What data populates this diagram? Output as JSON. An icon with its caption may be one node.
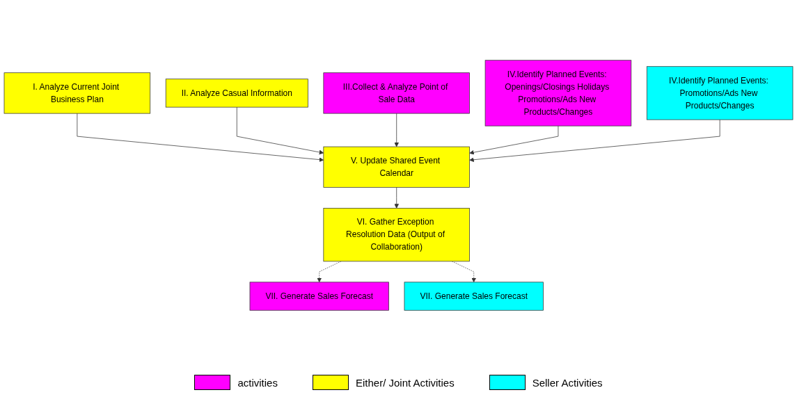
{
  "diagram": {
    "nodes": [
      {
        "text": [
          "I. Analyze Current Joint Business Plan"
        ]
      },
      {
        "text": [
          "II. Analyze Casual Information"
        ]
      },
      {
        "text": [
          "III.Collect & Analyze Point of Sale Data"
        ]
      },
      {
        "text": [
          "IV.Identify Planned Events: Openings/Closings Holidays Promotions/Ads New Products/Changes"
        ]
      },
      {
        "text": [
          "V. Update Shared Event Calendar"
        ]
      },
      {
        "text": [
          "IV.Identify Planned Events: Promotions/Ads New Products/Changes"
        ]
      },
      {
        "text": [
          "VI. Gather Exception Resolution Data (Output of Collaboration)"
        ]
      },
      {
        "text": [
          "VII. Generate Sales Forecast"
        ]
      },
      {
        "text": [
          "VII. Generate Sales Forecast"
        ]
      }
    ],
    "edges": [
      {
        "from": 0,
        "to": 4,
        "arrow": "to"
      },
      {
        "from": 1,
        "to": 4,
        "arrow": "to"
      },
      {
        "from": 2,
        "to": 4,
        "arrow": "to"
      },
      {
        "from": 3,
        "to": 4,
        "arrow": "to"
      },
      {
        "from": 5,
        "to": 4,
        "arrow": "to"
      },
      {
        "from": 4,
        "to": 6,
        "arrow": "to"
      },
      {
        "from": 6,
        "to": 7,
        "arrow": "to",
        "style": "dashed"
      },
      {
        "from": 6,
        "to": 8,
        "arrow": "to",
        "style": "dashed"
      }
    ],
    "legend": [
      {
        "text": "activities",
        "color": "#ff00ff"
      },
      {
        "text": "Either/ Joint Activities",
        "color": "#ffff00"
      },
      {
        "text": "Seller Activities",
        "color": "#00ffff"
      }
    ]
  }
}
